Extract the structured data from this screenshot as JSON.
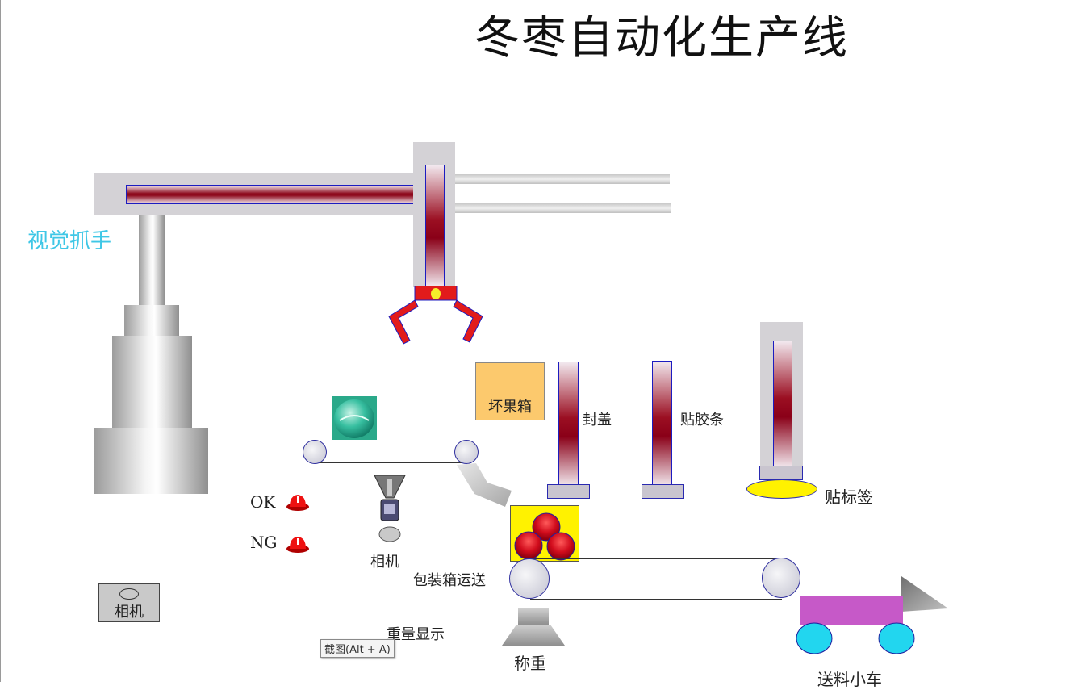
{
  "title": "冬枣自动化生产线",
  "labels": {
    "vision_gripper": "视觉抓手",
    "bad_fruit_box": "坏果箱",
    "cap_seal": "封盖",
    "tape": "贴胶条",
    "label": "贴标签",
    "ok": "OK",
    "ng": "NG",
    "camera": "相机",
    "camera_box": "相机",
    "box_transport": "包装箱运送",
    "weight_display": "重量显示",
    "weighing": "称重",
    "feed_cart": "送料小车"
  },
  "tooltip": "截图(Alt + A)",
  "colors": {
    "accent_label": "#3fc7e6",
    "cylinder_red": "#8a0018",
    "gripper_red": "#e21b1b",
    "fruit_yellow": "#fff200",
    "cart_purple": "#c659c8",
    "wheel_cyan": "#22d6ef",
    "bad_box_orange": "#fcc96d"
  },
  "icons": [
    "gantry-gripper-icon",
    "lamp-icon",
    "camera-icon",
    "fruit-icon",
    "cart-icon"
  ]
}
